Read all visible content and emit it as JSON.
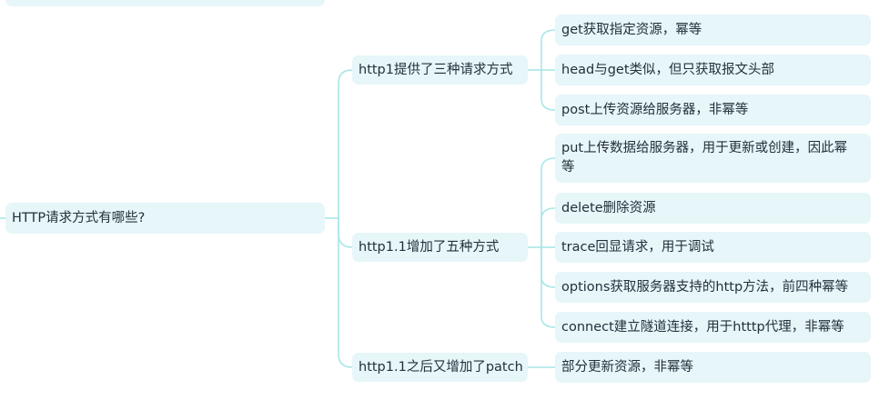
{
  "root": {
    "label": "HTTP请求方式有哪些?"
  },
  "groups": [
    {
      "label": "http1提供了三种请求方式",
      "children": [
        "get获取指定资源，幂等",
        "head与get类似，但只获取报文头部",
        "post上传资源给服务器，非幂等"
      ]
    },
    {
      "label": "http1.1增加了五种方式",
      "children": [
        "put上传数据给服务器，用于更新或创建，因此幂等",
        "delete删除资源",
        "trace回显请求，用于调试",
        "options获取服务器支持的http方法，前四种幂等",
        "connect建立隧道连接，用于htttp代理，非幂等"
      ]
    },
    {
      "label": "http1.1之后又增加了patch",
      "children": [
        "部分更新资源，非幂等"
      ]
    }
  ],
  "colors": {
    "node_fill": "#e6f6f9",
    "connector": "#a9e6e8",
    "text": "#24303a"
  }
}
